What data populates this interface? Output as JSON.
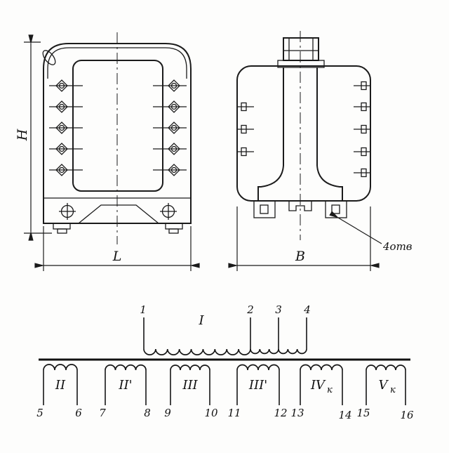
{
  "front_view": {
    "height_dim": "H",
    "width_dim": "L"
  },
  "side_view": {
    "width_dim": "B",
    "holes_note": "4отв"
  },
  "schematic": {
    "primary": {
      "label": "I",
      "terminals": [
        "1",
        "2",
        "3",
        "4"
      ]
    },
    "secondaries": [
      {
        "label": "II",
        "sub": "",
        "t1": "5",
        "t2": "6"
      },
      {
        "label": "II'",
        "sub": "",
        "t1": "7",
        "t2": "8"
      },
      {
        "label": "III",
        "sub": "",
        "t1": "9",
        "t2": "10"
      },
      {
        "label": "III'",
        "sub": "",
        "t1": "11",
        "t2": "12"
      },
      {
        "label": "IV",
        "sub": "к",
        "t1": "13",
        "t2": "14"
      },
      {
        "label": "V",
        "sub": "к",
        "t1": "15",
        "t2": "16"
      }
    ]
  }
}
